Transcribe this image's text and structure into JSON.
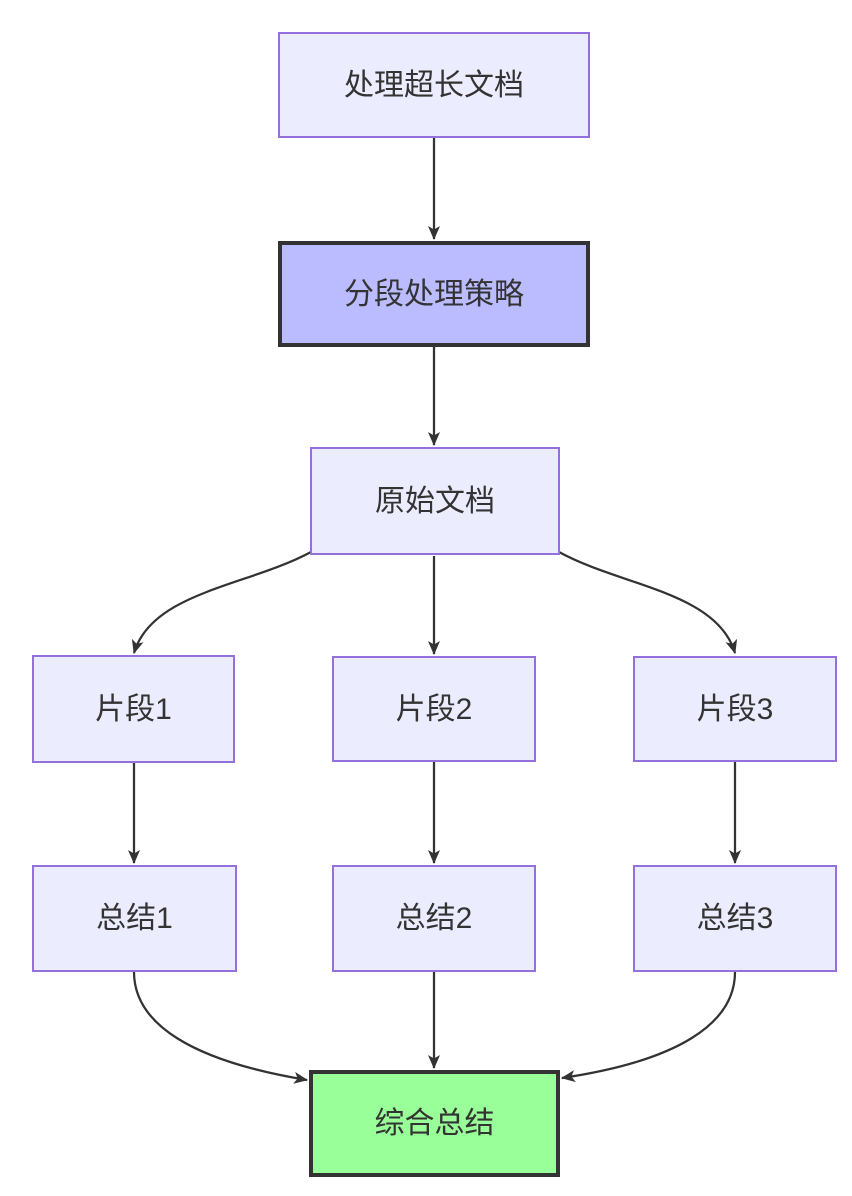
{
  "diagram": {
    "type": "flowchart",
    "direction": "top-down",
    "nodes": [
      {
        "id": "A",
        "label": "处理超长文档",
        "style": "light"
      },
      {
        "id": "B",
        "label": "分段处理策略",
        "style": "accent"
      },
      {
        "id": "C",
        "label": "原始文档",
        "style": "light"
      },
      {
        "id": "D",
        "label": "片段1",
        "style": "light"
      },
      {
        "id": "E",
        "label": "片段2",
        "style": "light"
      },
      {
        "id": "F",
        "label": "片段3",
        "style": "light"
      },
      {
        "id": "G",
        "label": "总结1",
        "style": "light"
      },
      {
        "id": "H",
        "label": "总结2",
        "style": "light"
      },
      {
        "id": "I",
        "label": "总结3",
        "style": "light"
      },
      {
        "id": "J",
        "label": "综合总结",
        "style": "green"
      }
    ],
    "edges": [
      {
        "from": "A",
        "to": "B"
      },
      {
        "from": "B",
        "to": "C"
      },
      {
        "from": "C",
        "to": "D"
      },
      {
        "from": "C",
        "to": "E"
      },
      {
        "from": "C",
        "to": "F"
      },
      {
        "from": "D",
        "to": "G"
      },
      {
        "from": "E",
        "to": "H"
      },
      {
        "from": "F",
        "to": "I"
      },
      {
        "from": "G",
        "to": "J"
      },
      {
        "from": "H",
        "to": "J"
      },
      {
        "from": "I",
        "to": "J"
      }
    ],
    "colors": {
      "light_fill": "#ECECFF",
      "light_border": "#9370DB",
      "accent_fill": "#BBBBFF",
      "accent_border": "#333333",
      "green_fill": "#99FF99",
      "green_border": "#333333",
      "edge": "#333333",
      "text": "#333333",
      "background": "#FFFFFF"
    }
  }
}
